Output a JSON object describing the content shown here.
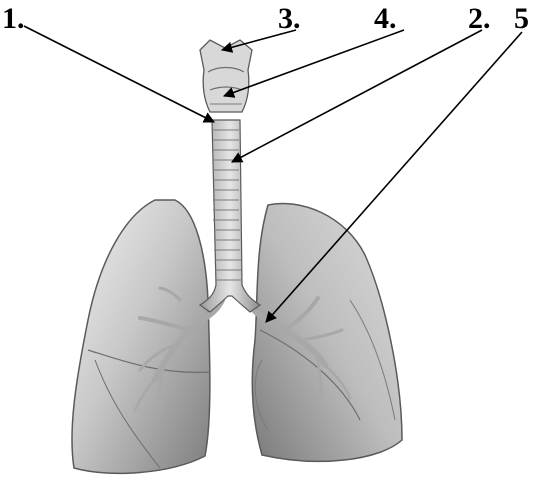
{
  "labels": {
    "one": "1.",
    "three": "3.",
    "four": "4.",
    "two": "2.",
    "five": "5"
  },
  "colors": {
    "arrow": "#000000",
    "lung_fill": "#c9c9c9",
    "lung_shadow": "#8a8a8a",
    "lung_highlight": "#efefef",
    "trachea_fill": "#d2d2d2",
    "outline": "#5a5a5a"
  }
}
